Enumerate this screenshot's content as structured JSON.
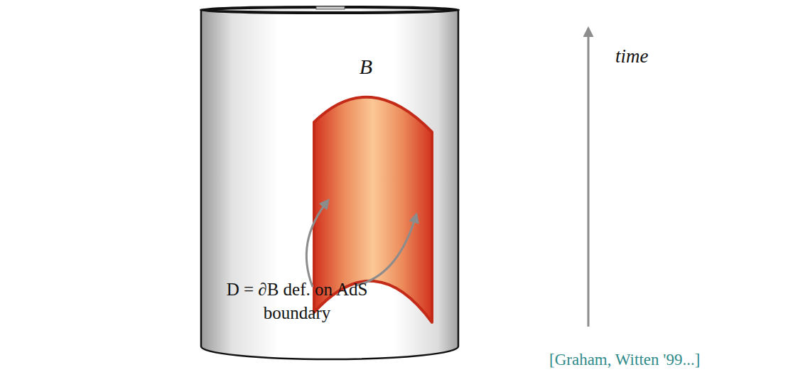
{
  "diagram": {
    "labels": [
      "B",
      "D = ∂B def. on AdS boundary",
      "time",
      "[Graham, Witten '99...]"
    ]
  }
}
